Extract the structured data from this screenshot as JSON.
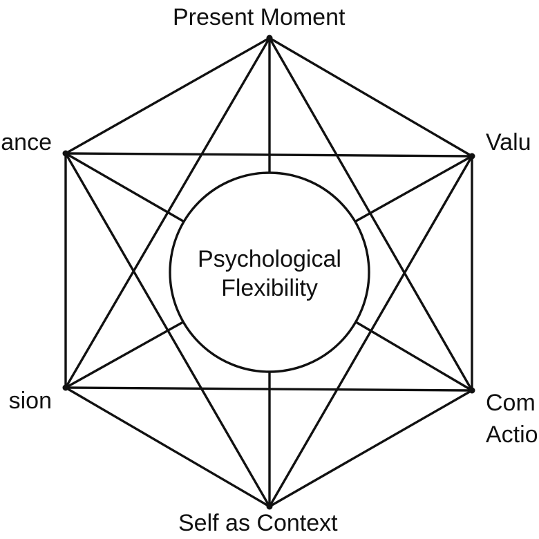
{
  "diagram": {
    "center": {
      "line1": "Psychological",
      "line2": "Flexibility"
    },
    "nodes": {
      "top": "Present Moment",
      "top_left": "ance",
      "top_right": "Valu",
      "bottom_left": "sion",
      "bottom_right_line1": "Com",
      "bottom_right_line2": "Actio",
      "bottom": "Self as Context"
    },
    "line_color": "#111111",
    "background": "#ffffff"
  }
}
